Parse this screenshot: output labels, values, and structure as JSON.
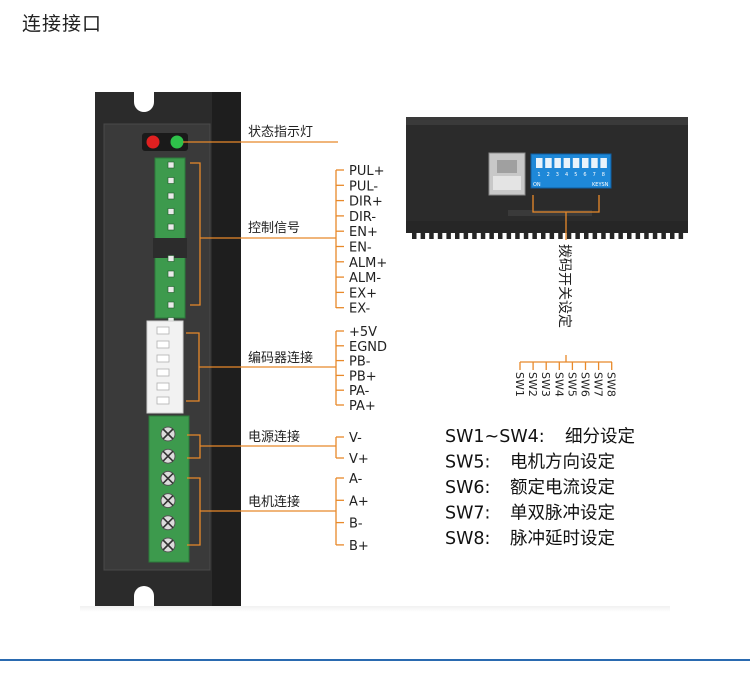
{
  "title": "连接接口",
  "colors": {
    "driver_body": "#2b2b2b",
    "terminal_green": "#3d9a4d",
    "leader_line": "#e8892a",
    "led_red": "#e02020",
    "led_green": "#2ec24a",
    "dip_blue": "#1e88d8",
    "rule_blue": "#2a6ab0"
  },
  "driver": {
    "led_label": "状态指示灯",
    "control": {
      "group_label": "控制信号",
      "pins": [
        "PUL+",
        "PUL-",
        "DIR+",
        "DIR-",
        "EN+",
        "EN-",
        "ALM+",
        "ALM-",
        "EX+",
        "EX-"
      ]
    },
    "encoder": {
      "group_label": "编码器连接",
      "pins": [
        "+5V",
        "EGND",
        "PB-",
        "PB+",
        "PA-",
        "PA+"
      ]
    },
    "power": {
      "group_label": "电源连接",
      "pins": [
        "V-",
        "V+"
      ]
    },
    "motor": {
      "group_label": "电机连接",
      "pins": [
        "A-",
        "A+",
        "B-",
        "B+"
      ]
    }
  },
  "side_view": {
    "switch_label": "拨码开关设定",
    "switches": [
      "SW1",
      "SW2",
      "SW3",
      "SW4",
      "SW5",
      "SW6",
      "SW7",
      "SW8"
    ],
    "dip_numbers": [
      "1",
      "2",
      "3",
      "4",
      "5",
      "6",
      "7",
      "8"
    ],
    "dip_on": "ON",
    "dip_brand": "KEYSN"
  },
  "legend": [
    {
      "key": "SW1~SW4:",
      "desc": "细分设定"
    },
    {
      "key": "SW5:",
      "desc": "电机方向设定"
    },
    {
      "key": "SW6:",
      "desc": "额定电流设定"
    },
    {
      "key": "SW7:",
      "desc": "单双脉冲设定"
    },
    {
      "key": "SW8:",
      "desc": "脉冲延时设定"
    }
  ]
}
